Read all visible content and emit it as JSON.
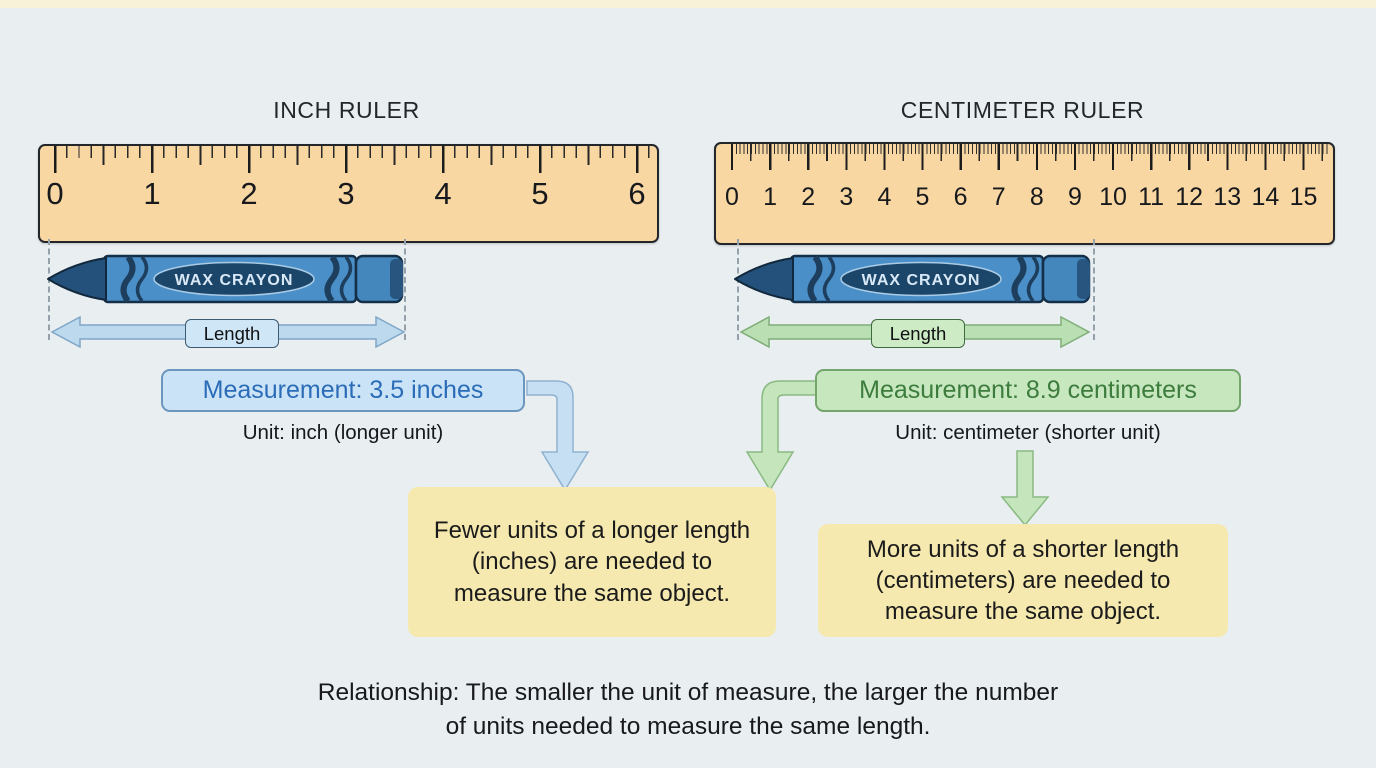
{
  "left_panel": {
    "title": "INCH RULER",
    "ruler_numbers": [
      "0",
      "1",
      "2",
      "3",
      "4",
      "5",
      "6"
    ],
    "crayon_label": "WAX CRAYON",
    "length_label": "Length",
    "measurement": "Measurement: 3.5 inches",
    "unit_note": "Unit: inch (longer unit)",
    "explanation": "Fewer units of a longer length (inches) are needed to measure the same object."
  },
  "right_panel": {
    "title": "CENTIMETER RULER",
    "ruler_numbers": [
      "0",
      "1",
      "2",
      "3",
      "4",
      "5",
      "6",
      "7",
      "8",
      "9",
      "10",
      "11",
      "12",
      "13",
      "14",
      "15"
    ],
    "crayon_label": "WAX CRAYON",
    "length_label": "Length",
    "measurement": "Measurement: 8.9 centimeters",
    "unit_note": "Unit: centimeter (shorter unit)",
    "explanation": "More units of a shorter length (centimeters) are needed to measure the same object."
  },
  "footer": {
    "relationship": "Relationship: The smaller the unit of measure, the larger the number of units needed to measure the same length."
  },
  "colors": {
    "background": "#e9eef1",
    "ruler_fill": "#f8d7a3",
    "inch_accent": "#2b6cb8",
    "cm_accent": "#3c7c3c",
    "note_fill": "#f5e9af",
    "crayon_body": "#4a8fc7",
    "crayon_dark": "#1c4669"
  }
}
